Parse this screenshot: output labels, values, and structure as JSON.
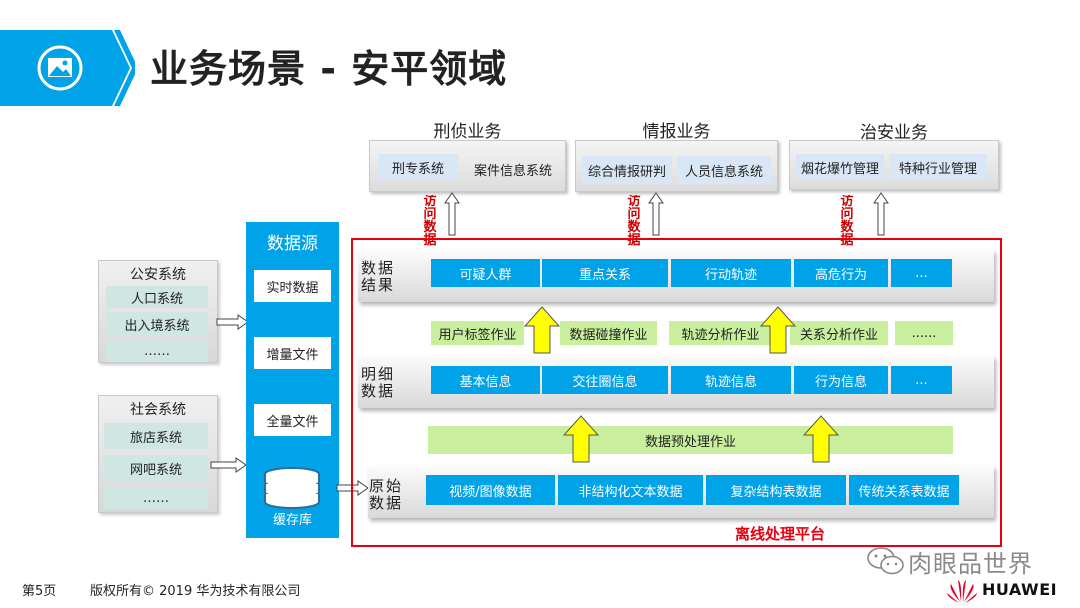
{
  "header": {
    "title": "业务场景 - 安平领域",
    "icon": "image-icon",
    "accent": "#00a3e8"
  },
  "business": [
    {
      "title": "刑侦业务",
      "items": [
        "刑专系统",
        "案件信息系统"
      ]
    },
    {
      "title": "情报业务",
      "items": [
        "综合情报研判",
        "人员信息系统"
      ]
    },
    {
      "title": "治安业务",
      "items": [
        "烟花爆竹管理",
        "特种行业管理"
      ]
    }
  ],
  "access_label": "访问数据",
  "sources": [
    {
      "title": "公安系统",
      "items": [
        "人口系统",
        "出入境系统",
        "……"
      ]
    },
    {
      "title": "社会系统",
      "items": [
        "旅店系统",
        "网吧系统",
        "……"
      ]
    }
  ],
  "datasource": {
    "title": "数据源",
    "items": [
      "实时数据",
      "增量文件",
      "全量文件"
    ],
    "cache": "缓存库"
  },
  "platform": {
    "label": "离线处理平台",
    "result_layer": {
      "label": "数据结果",
      "cells": [
        "可疑人群",
        "重点关系",
        "行动轨迹",
        "高危行为",
        "..."
      ]
    },
    "result_jobs": [
      "用户标签作业",
      "数据碰撞作业",
      "轨迹分析作业",
      "关系分析作业",
      "......"
    ],
    "detail_layer": {
      "label": "明细数据",
      "cells": [
        "基本信息",
        "交往圈信息",
        "轨迹信息",
        "行为信息",
        "..."
      ]
    },
    "preprocess_job": "数据预处理作业",
    "raw_layer": {
      "label": "原始数据",
      "cells": [
        "视频/图像数据",
        "非结构化文本数据",
        "复杂结构表数据",
        "传统关系表数据"
      ]
    }
  },
  "footer": {
    "page": "第5页",
    "copyright": "版权所有© 2019 华为技术有限公司",
    "watermark": "肉眼品世界",
    "brand": "HUAWEI"
  },
  "colors": {
    "blue": "#00a3e8",
    "red": "#e60012",
    "green": "#c9ee9d",
    "yellow": "#ffff00",
    "brand_red": "#e4002b"
  }
}
